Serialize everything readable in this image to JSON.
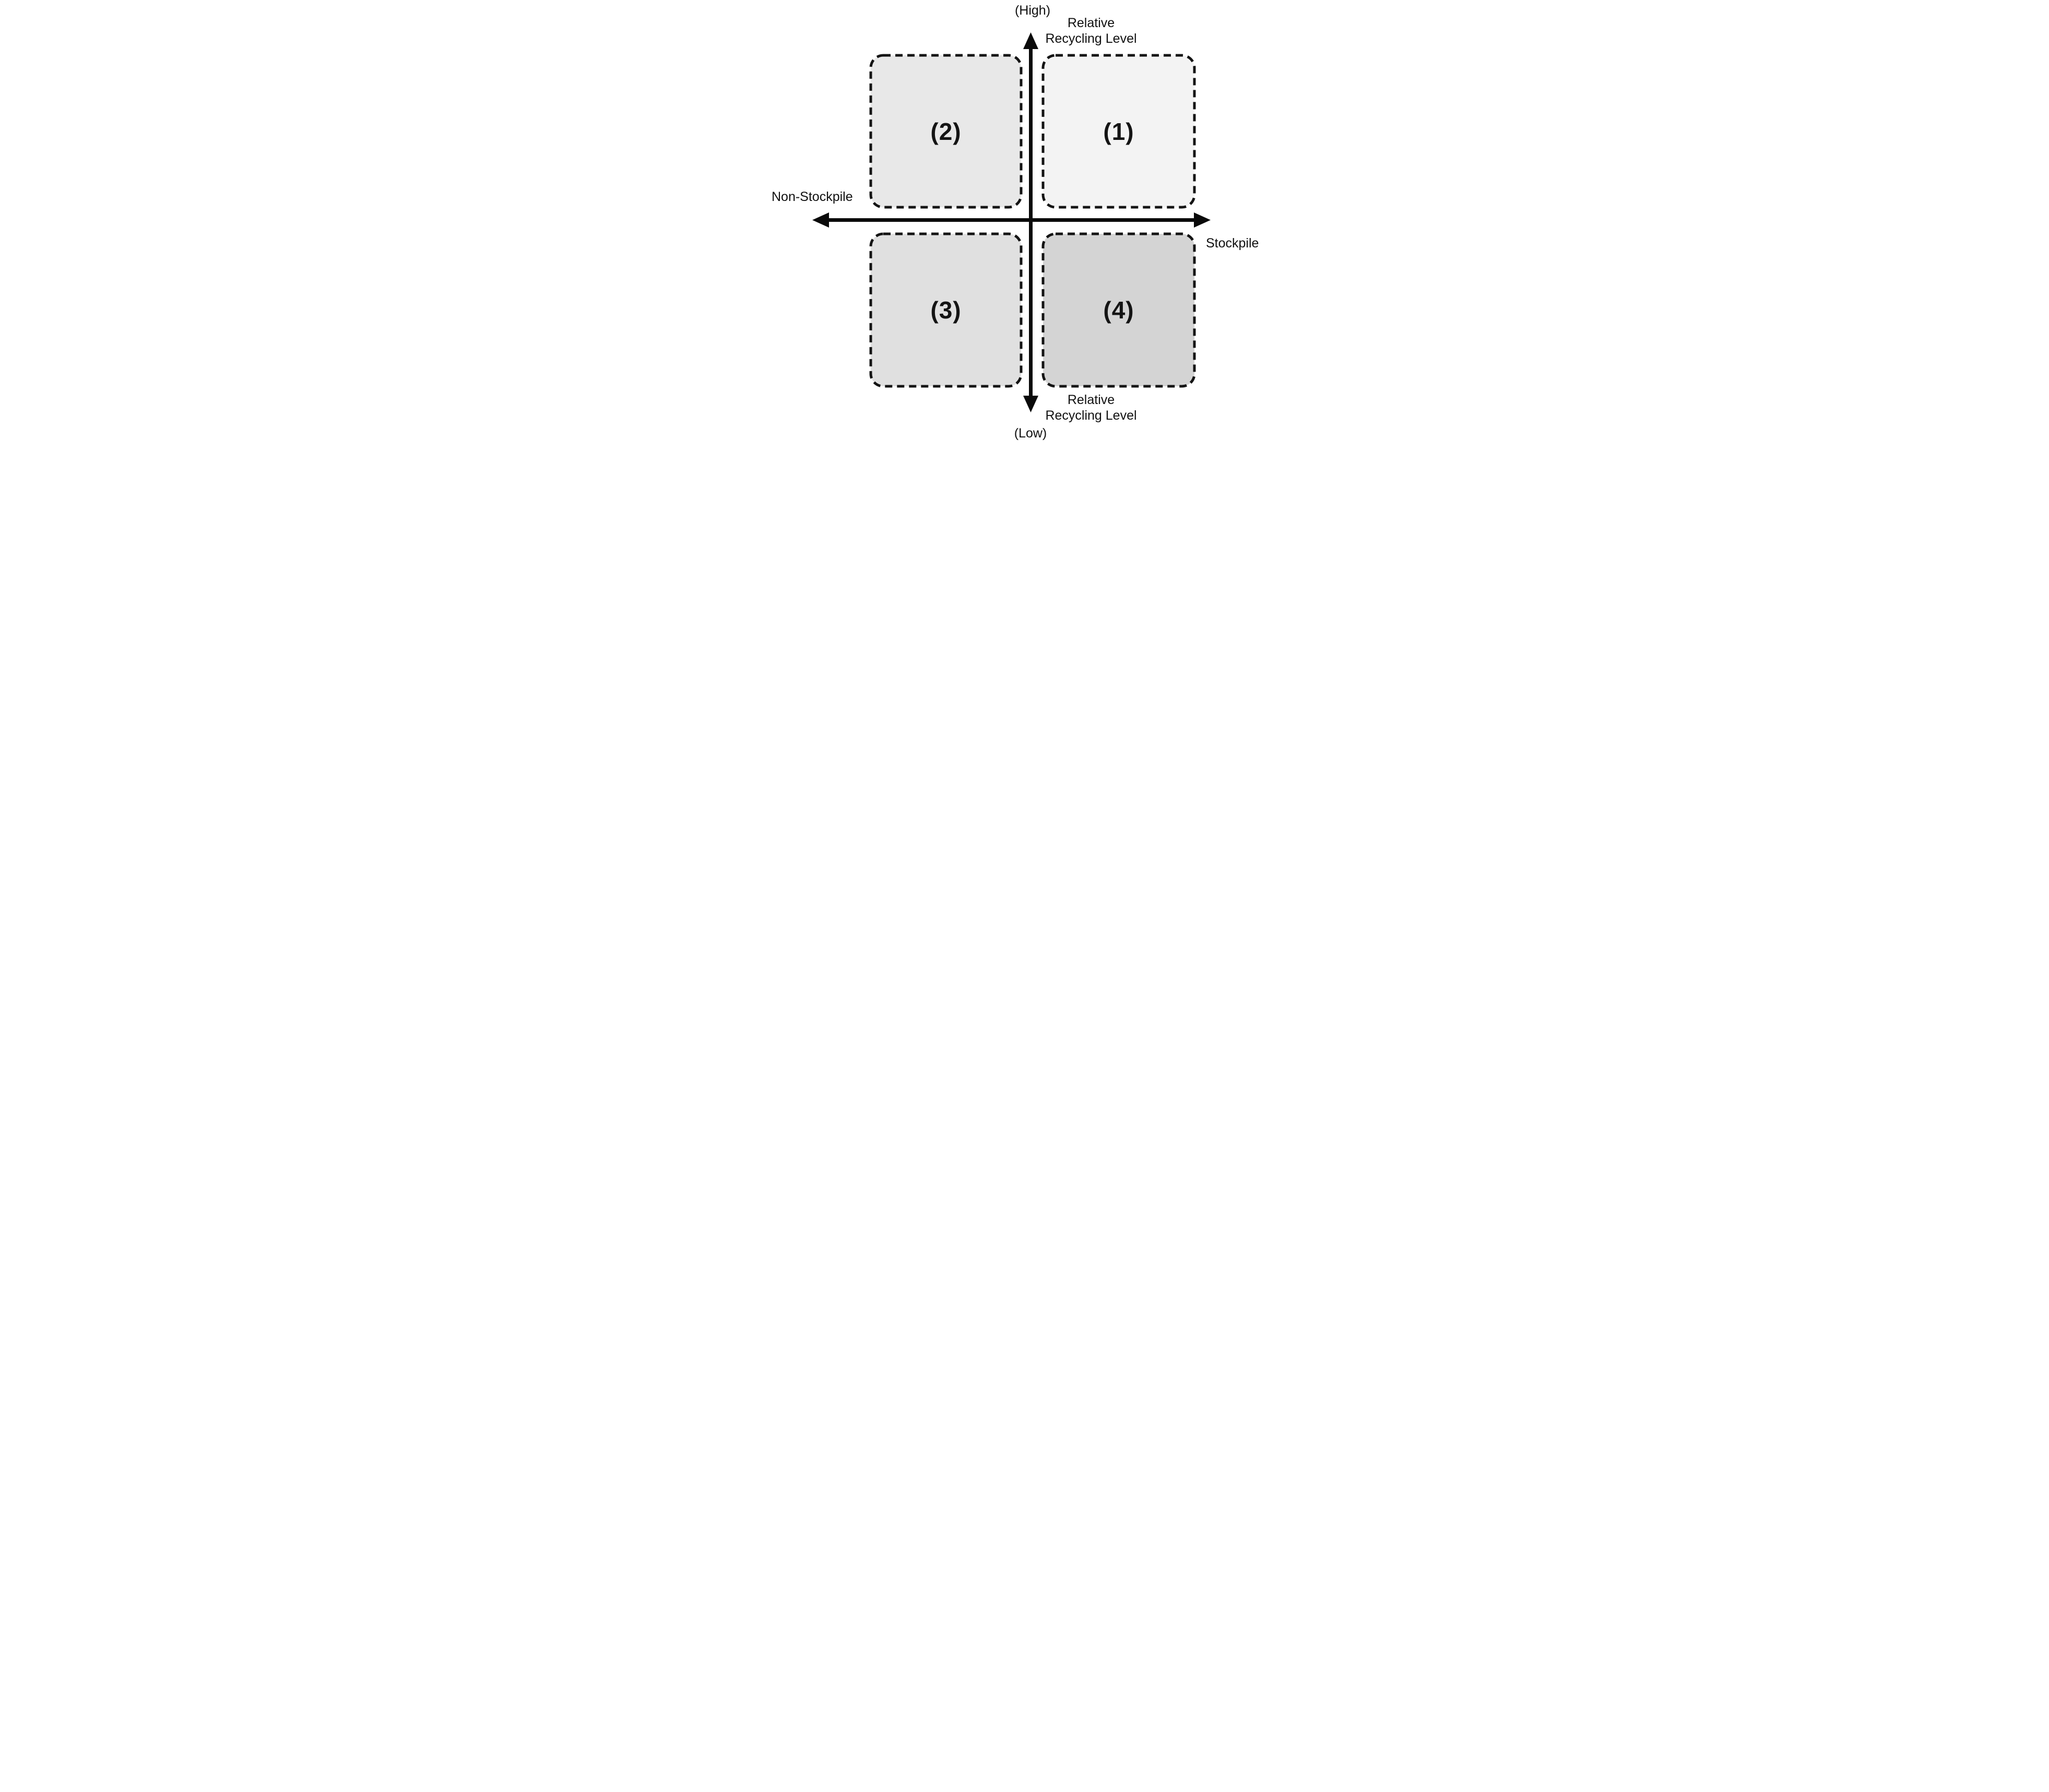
{
  "figure": {
    "background": "#ffffff",
    "axis_color": "#0a0a0a",
    "box_border_color": "#141414",
    "y_axis": {
      "top_annotation": "(High)",
      "top_label": "Relative\nRecycling Level",
      "bottom_label": "Relative\nRecycling Level",
      "bottom_annotation": "(Low)"
    },
    "x_axis": {
      "left_label": "Non-Stockpile",
      "right_label": "Stockpile"
    },
    "quadrants": [
      {
        "label": "(1)",
        "position": "top-right",
        "fill": "#f3f3f3"
      },
      {
        "label": "(2)",
        "position": "top-left",
        "fill": "#e8e8e8"
      },
      {
        "label": "(3)",
        "position": "bottom-left",
        "fill": "#e0e0e0"
      },
      {
        "label": "(4)",
        "position": "bottom-right",
        "fill": "#d4d4d4"
      }
    ]
  }
}
